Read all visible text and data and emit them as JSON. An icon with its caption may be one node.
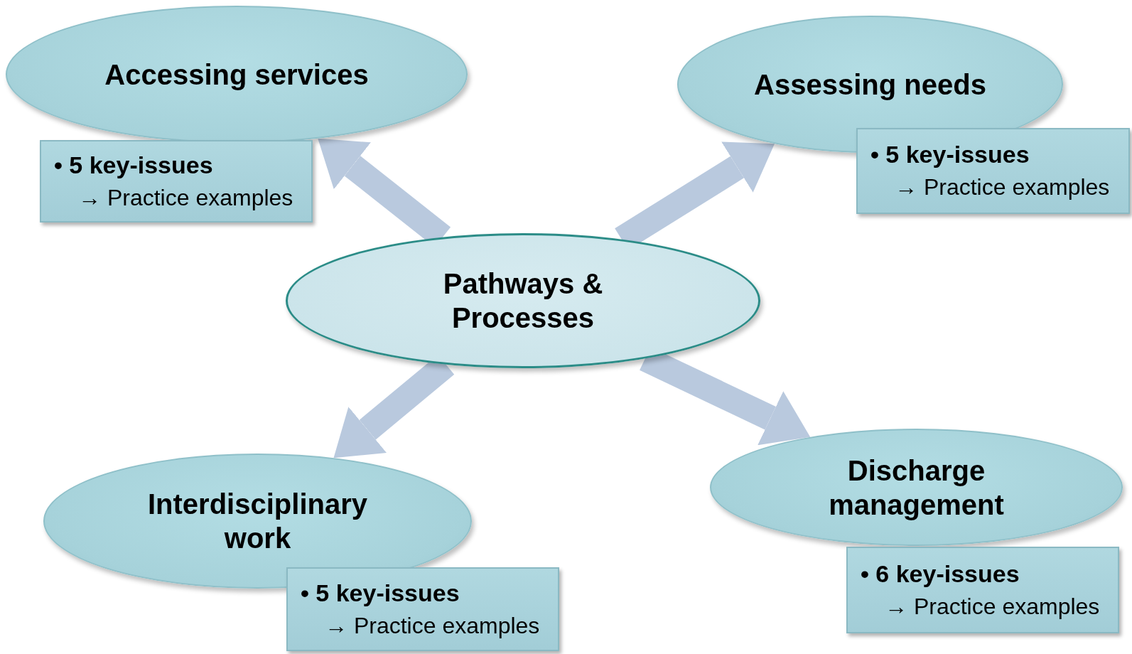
{
  "diagram": {
    "nodes": [
      {
        "text": [
          "Pathways & Processes"
        ]
      },
      {
        "text": [
          "Accessing services"
        ]
      },
      {
        "text": [
          "• 5 key-issues",
          "→ Practice examples"
        ]
      },
      {
        "text": [
          "Assessing needs"
        ]
      },
      {
        "text": [
          "• 5 key-issues",
          "→ Practice examples"
        ]
      },
      {
        "text": [
          "Discharge management"
        ]
      },
      {
        "text": [
          "• 6 key-issues",
          "→ Practice examples"
        ]
      },
      {
        "text": [
          "Interdisciplinary work"
        ]
      },
      {
        "text": [
          "• 5 key-issues",
          "→ Practice examples"
        ]
      }
    ],
    "edges": [
      {
        "from": 0,
        "to": 1,
        "arrow": "to"
      },
      {
        "from": 0,
        "to": 3,
        "arrow": "to"
      },
      {
        "from": 0,
        "to": 5,
        "arrow": "to"
      },
      {
        "from": 0,
        "to": 7,
        "arrow": "to"
      }
    ]
  }
}
